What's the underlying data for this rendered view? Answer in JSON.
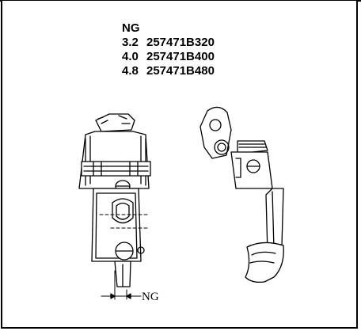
{
  "spec": {
    "header": "NG",
    "rows": [
      {
        "size": "3.2",
        "part": "257471B320"
      },
      {
        "size": "4.0",
        "part": "257471B400"
      },
      {
        "size": "4.8",
        "part": "257471B480"
      }
    ]
  },
  "callout": {
    "label": "NG"
  }
}
